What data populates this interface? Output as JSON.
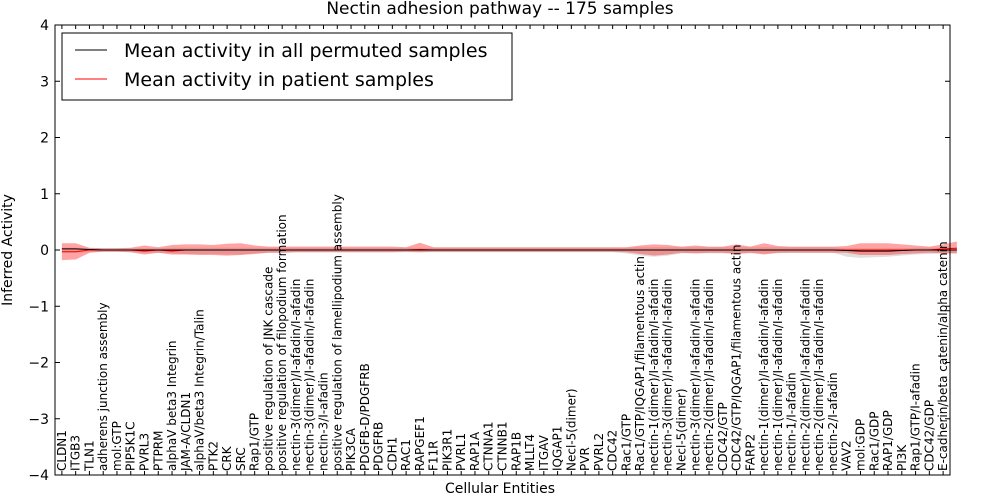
{
  "chart_data": {
    "type": "line",
    "title": "Nectin adhesion pathway -- 175 samples",
    "xlabel": "Cellular Entities",
    "ylabel": "Inferred Activity",
    "ylim": [
      -4,
      4
    ],
    "yticks": [
      "−4",
      "−3",
      "−2",
      "−1",
      "0",
      "1",
      "2",
      "3",
      "4"
    ],
    "legend": {
      "placement": "top-left",
      "entries": [
        {
          "label": "Mean activity in all permuted samples",
          "color": "#000000"
        },
        {
          "label": "Mean activity in patient samples",
          "color": "#ff0000"
        }
      ]
    },
    "grid": false,
    "categories": [
      "CLDN1",
      "ITGB3",
      "TLN1",
      "adherens junction assembly",
      "mol:GTP",
      "PIP5K1C",
      "PVRL3",
      "PTPRM",
      "alphaV beta3 Integrin",
      "JAM-A/CLDN1",
      "alphaV/beta3 Integrin/Talin",
      "PTK2",
      "CRK",
      "SRC",
      "Rap1/GTP",
      "positive regulation of JNK cascade",
      "positive regulation of filopodium formation",
      "nectin-3(dimer)/I-afadin/I-afadin",
      "nectin-3(dimer)/I-afadin/I-afadin",
      "nectin-3/I-afadin",
      "positive regulation of lamellipodium assembly",
      "PIK3CA",
      "PDGFB-D/PDGFRB",
      "PDGFRB",
      "CDH1",
      "RAC1",
      "RAPGEF1",
      "F11R",
      "PIK3R1",
      "PVRL1",
      "RAP1A",
      "CTNNA1",
      "CTNNB1",
      "RAP1B",
      "MLLT4",
      "ITGAV",
      "IQGAP1",
      "Necl-5(dimer)",
      "PVR",
      "PVRL2",
      "CDC42",
      "Rac1/GTP",
      "Rac1/GTP/IQGAP1/filamentous actin",
      "nectin-1(dimer)/I-afadin/I-afadin",
      "nectin-3(dimer)/I-afadin/I-afadin",
      "Necl-5(dimer)",
      "nectin-3(dimer)/I-afadin/I-afadin",
      "nectin-2(dimer)/I-afadin/I-afadin",
      "CDC42/GTP",
      "CDC42/GTP/IQGAP1/filamentous actin",
      "FARP2",
      "nectin-1(dimer)/I-afadin/I-afadin",
      "nectin-1(dimer)/I-afadin/I-afadin",
      "nectin-1/I-afadin",
      "nectin-2(dimer)/I-afadin/I-afadin",
      "nectin-2(dimer)/I-afadin/I-afadin",
      "nectin-2/I-afadin",
      "VAV2",
      "mol:GDP",
      "Rac1/GDP",
      "RAP1/GDP",
      "PI3K",
      "Rap1/GTP/I-afadin",
      "CDC42/GDP",
      "E-cadherin/beta catenin/alpha catenin"
    ],
    "series": [
      {
        "name": "Mean activity in all permuted samples",
        "color": "#000000",
        "values": [
          0.02,
          0.02,
          0.01,
          0.0,
          0.0,
          0.0,
          0.0,
          0.0,
          0.0,
          0.0,
          0.0,
          0.0,
          0.0,
          0.0,
          0.0,
          0.0,
          0.0,
          0.0,
          0.0,
          0.0,
          0.0,
          0.0,
          0.0,
          0.0,
          0.0,
          0.0,
          0.0,
          0.0,
          0.0,
          0.0,
          0.0,
          0.0,
          0.0,
          0.0,
          0.0,
          0.0,
          0.0,
          0.0,
          0.0,
          0.0,
          0.0,
          0.0,
          0.0,
          0.0,
          0.0,
          0.0,
          0.0,
          0.0,
          0.0,
          0.0,
          0.0,
          0.0,
          0.0,
          0.0,
          0.0,
          0.0,
          0.0,
          -0.01,
          -0.02,
          -0.02,
          -0.02,
          -0.01,
          0.0,
          0.0,
          0.0,
          0.0
        ],
        "band_upper": [
          0.04,
          0.04,
          0.03,
          0.03,
          0.03,
          0.03,
          0.03,
          0.03,
          0.04,
          0.04,
          0.04,
          0.04,
          0.04,
          0.04,
          0.04,
          0.04,
          0.04,
          0.04,
          0.04,
          0.04,
          0.04,
          0.04,
          0.04,
          0.04,
          0.04,
          0.04,
          0.04,
          0.04,
          0.04,
          0.04,
          0.04,
          0.04,
          0.04,
          0.04,
          0.04,
          0.04,
          0.04,
          0.04,
          0.04,
          0.04,
          0.04,
          0.04,
          0.05,
          0.05,
          0.05,
          0.05,
          0.05,
          0.05,
          0.05,
          0.05,
          0.05,
          0.05,
          0.05,
          0.05,
          0.05,
          0.05,
          0.05,
          0.03,
          0.03,
          0.03,
          0.03,
          0.03,
          0.04,
          0.04,
          0.04,
          0.05
        ],
        "band_lower": [
          -0.05,
          -0.05,
          -0.04,
          -0.03,
          -0.03,
          -0.04,
          -0.05,
          -0.05,
          -0.06,
          -0.07,
          -0.07,
          -0.07,
          -0.08,
          -0.08,
          -0.06,
          -0.05,
          -0.05,
          -0.04,
          -0.04,
          -0.04,
          -0.04,
          -0.04,
          -0.04,
          -0.04,
          -0.04,
          -0.04,
          -0.04,
          -0.04,
          -0.04,
          -0.04,
          -0.04,
          -0.04,
          -0.04,
          -0.04,
          -0.04,
          -0.04,
          -0.04,
          -0.04,
          -0.04,
          -0.04,
          -0.04,
          -0.06,
          -0.1,
          -0.12,
          -0.1,
          -0.06,
          -0.06,
          -0.06,
          -0.06,
          -0.06,
          -0.06,
          -0.06,
          -0.06,
          -0.05,
          -0.05,
          -0.05,
          -0.05,
          -0.12,
          -0.14,
          -0.13,
          -0.12,
          -0.1,
          -0.08,
          -0.07,
          -0.06,
          -0.06
        ]
      },
      {
        "name": "Mean activity in patient samples",
        "color": "#ff0000",
        "values": [
          -0.03,
          -0.03,
          0.0,
          0.0,
          0.0,
          0.0,
          -0.02,
          0.0,
          -0.02,
          0.0,
          0.0,
          0.0,
          0.0,
          0.0,
          0.0,
          0.0,
          0.0,
          0.0,
          0.0,
          0.0,
          0.0,
          0.0,
          0.0,
          0.0,
          0.0,
          0.0,
          0.01,
          0.0,
          0.0,
          0.0,
          0.0,
          0.0,
          0.0,
          0.0,
          0.0,
          0.0,
          0.0,
          0.0,
          0.0,
          0.0,
          0.0,
          0.0,
          0.0,
          0.0,
          0.0,
          0.0,
          0.0,
          0.0,
          0.0,
          0.0,
          0.0,
          0.0,
          0.0,
          0.0,
          0.0,
          0.0,
          0.0,
          0.0,
          0.0,
          0.0,
          0.0,
          0.0,
          0.0,
          0.0,
          0.02,
          0.03
        ],
        "band_upper": [
          0.12,
          0.12,
          0.04,
          0.03,
          0.03,
          0.04,
          0.08,
          0.05,
          0.09,
          0.1,
          0.1,
          0.09,
          0.11,
          0.12,
          0.08,
          0.06,
          0.06,
          0.06,
          0.06,
          0.06,
          0.06,
          0.06,
          0.06,
          0.06,
          0.06,
          0.05,
          0.13,
          0.05,
          0.05,
          0.05,
          0.05,
          0.05,
          0.05,
          0.05,
          0.05,
          0.05,
          0.05,
          0.05,
          0.05,
          0.05,
          0.05,
          0.05,
          0.08,
          0.1,
          0.09,
          0.06,
          0.08,
          0.06,
          0.06,
          0.1,
          0.06,
          0.12,
          0.07,
          0.06,
          0.06,
          0.06,
          0.06,
          0.07,
          0.12,
          0.12,
          0.12,
          0.1,
          0.08,
          0.06,
          0.1,
          0.15
        ],
        "band_lower": [
          -0.18,
          -0.17,
          -0.05,
          -0.03,
          -0.03,
          -0.04,
          -0.08,
          -0.05,
          -0.08,
          -0.08,
          -0.09,
          -0.09,
          -0.1,
          -0.09,
          -0.07,
          -0.05,
          -0.05,
          -0.04,
          -0.04,
          -0.04,
          -0.04,
          -0.04,
          -0.04,
          -0.04,
          -0.04,
          -0.03,
          -0.04,
          -0.03,
          -0.03,
          -0.03,
          -0.03,
          -0.03,
          -0.03,
          -0.03,
          -0.03,
          -0.03,
          -0.03,
          -0.03,
          -0.03,
          -0.03,
          -0.03,
          -0.04,
          -0.07,
          -0.1,
          -0.08,
          -0.05,
          -0.06,
          -0.05,
          -0.05,
          -0.07,
          -0.05,
          -0.08,
          -0.05,
          -0.05,
          -0.05,
          -0.05,
          -0.05,
          -0.05,
          -0.09,
          -0.09,
          -0.09,
          -0.07,
          -0.06,
          -0.05,
          -0.06,
          -0.06
        ]
      }
    ]
  }
}
